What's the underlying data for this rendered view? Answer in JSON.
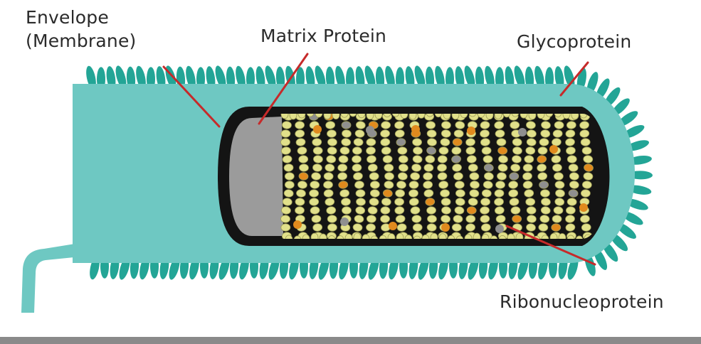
{
  "labels": {
    "envelope_line1": "Envelope",
    "envelope_line2": "(Membrane)",
    "matrix": "Matrix Protein",
    "glycoprotein": "Glycoprotein",
    "ribonucleoprotein": "Ribonucleoprotein"
  },
  "colors": {
    "envelope": "#6ec8c2",
    "spike": "#23a596",
    "matrix": "#9b9b9b",
    "core": "#141414",
    "rnp_bead": "#e1e08a",
    "rnp_orange": "#e08a1e",
    "rnp_gray": "#8f8f8f",
    "pointer": "#c62a2a"
  }
}
